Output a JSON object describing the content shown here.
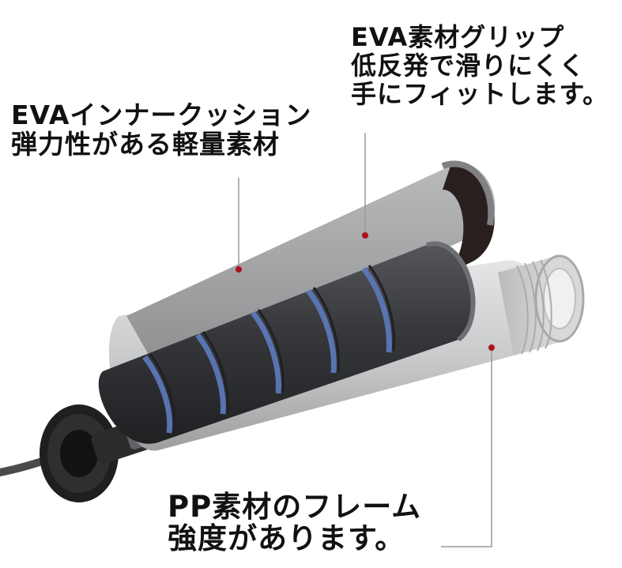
{
  "captions": {
    "grip": {
      "line1": "EVA素材グリップ",
      "line2": "低反発で滑りにくく",
      "line3": "手にフィットします。"
    },
    "inner": {
      "line1": "EVAインナークッション",
      "line2": "弾力性がある軽量素材"
    },
    "frame": {
      "line1": "PP素材のフレーム",
      "line2": "強度があります。"
    }
  },
  "colors": {
    "grip": "#3a3a3e",
    "cushion": "#5c77b8",
    "frame": "#cfd1d3",
    "marker": "#b01020",
    "text": "#111111"
  }
}
